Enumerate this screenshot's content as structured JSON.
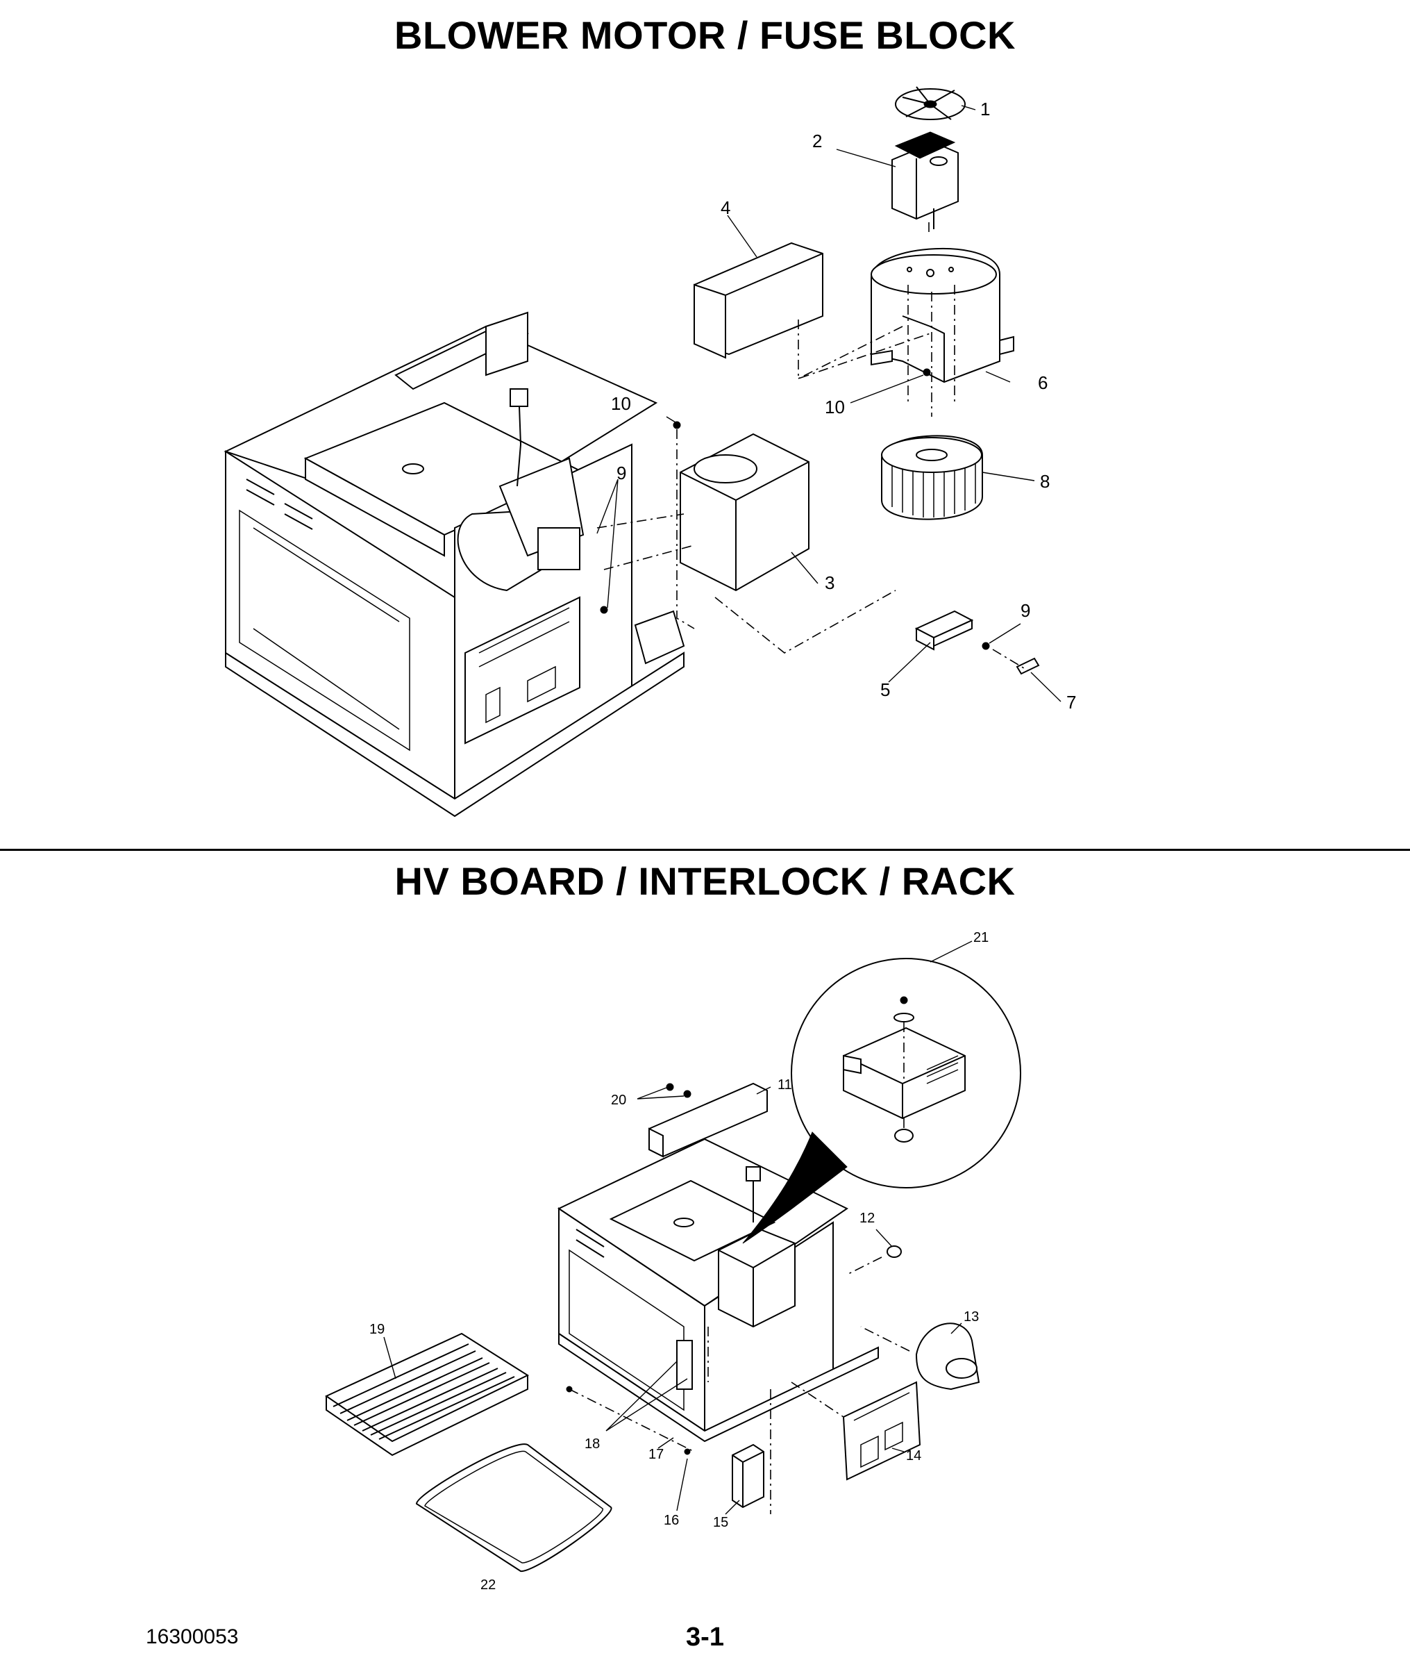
{
  "titles": {
    "top": "BLOWER MOTOR / FUSE BLOCK",
    "bottom": "HV BOARD / INTERLOCK / RACK"
  },
  "footer": {
    "code": "16300053",
    "page": "3-1"
  },
  "callouts_top": [
    "1",
    "2",
    "3",
    "4",
    "5",
    "6",
    "7",
    "8",
    "9",
    "9",
    "10",
    "10"
  ],
  "callouts_bottom": [
    "11",
    "12",
    "13",
    "14",
    "15",
    "16",
    "17",
    "18",
    "19",
    "20",
    "21",
    "22"
  ]
}
